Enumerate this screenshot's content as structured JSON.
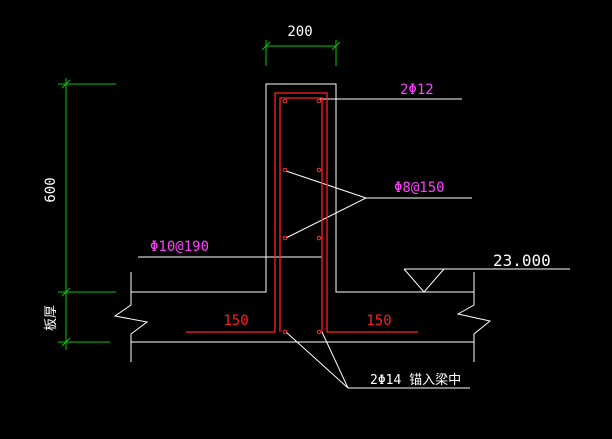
{
  "colors": {
    "background": "#000000",
    "outline": "#ffffff",
    "dimension": "#00cc00",
    "rebar": "#ff2020",
    "rebar_label": "#ff40ff",
    "dot": "#ff3030"
  },
  "dimensions": {
    "top_width": "200",
    "wall_height": "600",
    "slab_thickness": "板厚"
  },
  "labels": {
    "top_bars": "2Φ12",
    "stirrups": "Φ8@150",
    "distribution_bars": "Φ10@190",
    "elevation": "23.000",
    "left_extension": "150",
    "right_extension": "150",
    "anchor_note": "2Φ14 锚入梁中"
  }
}
